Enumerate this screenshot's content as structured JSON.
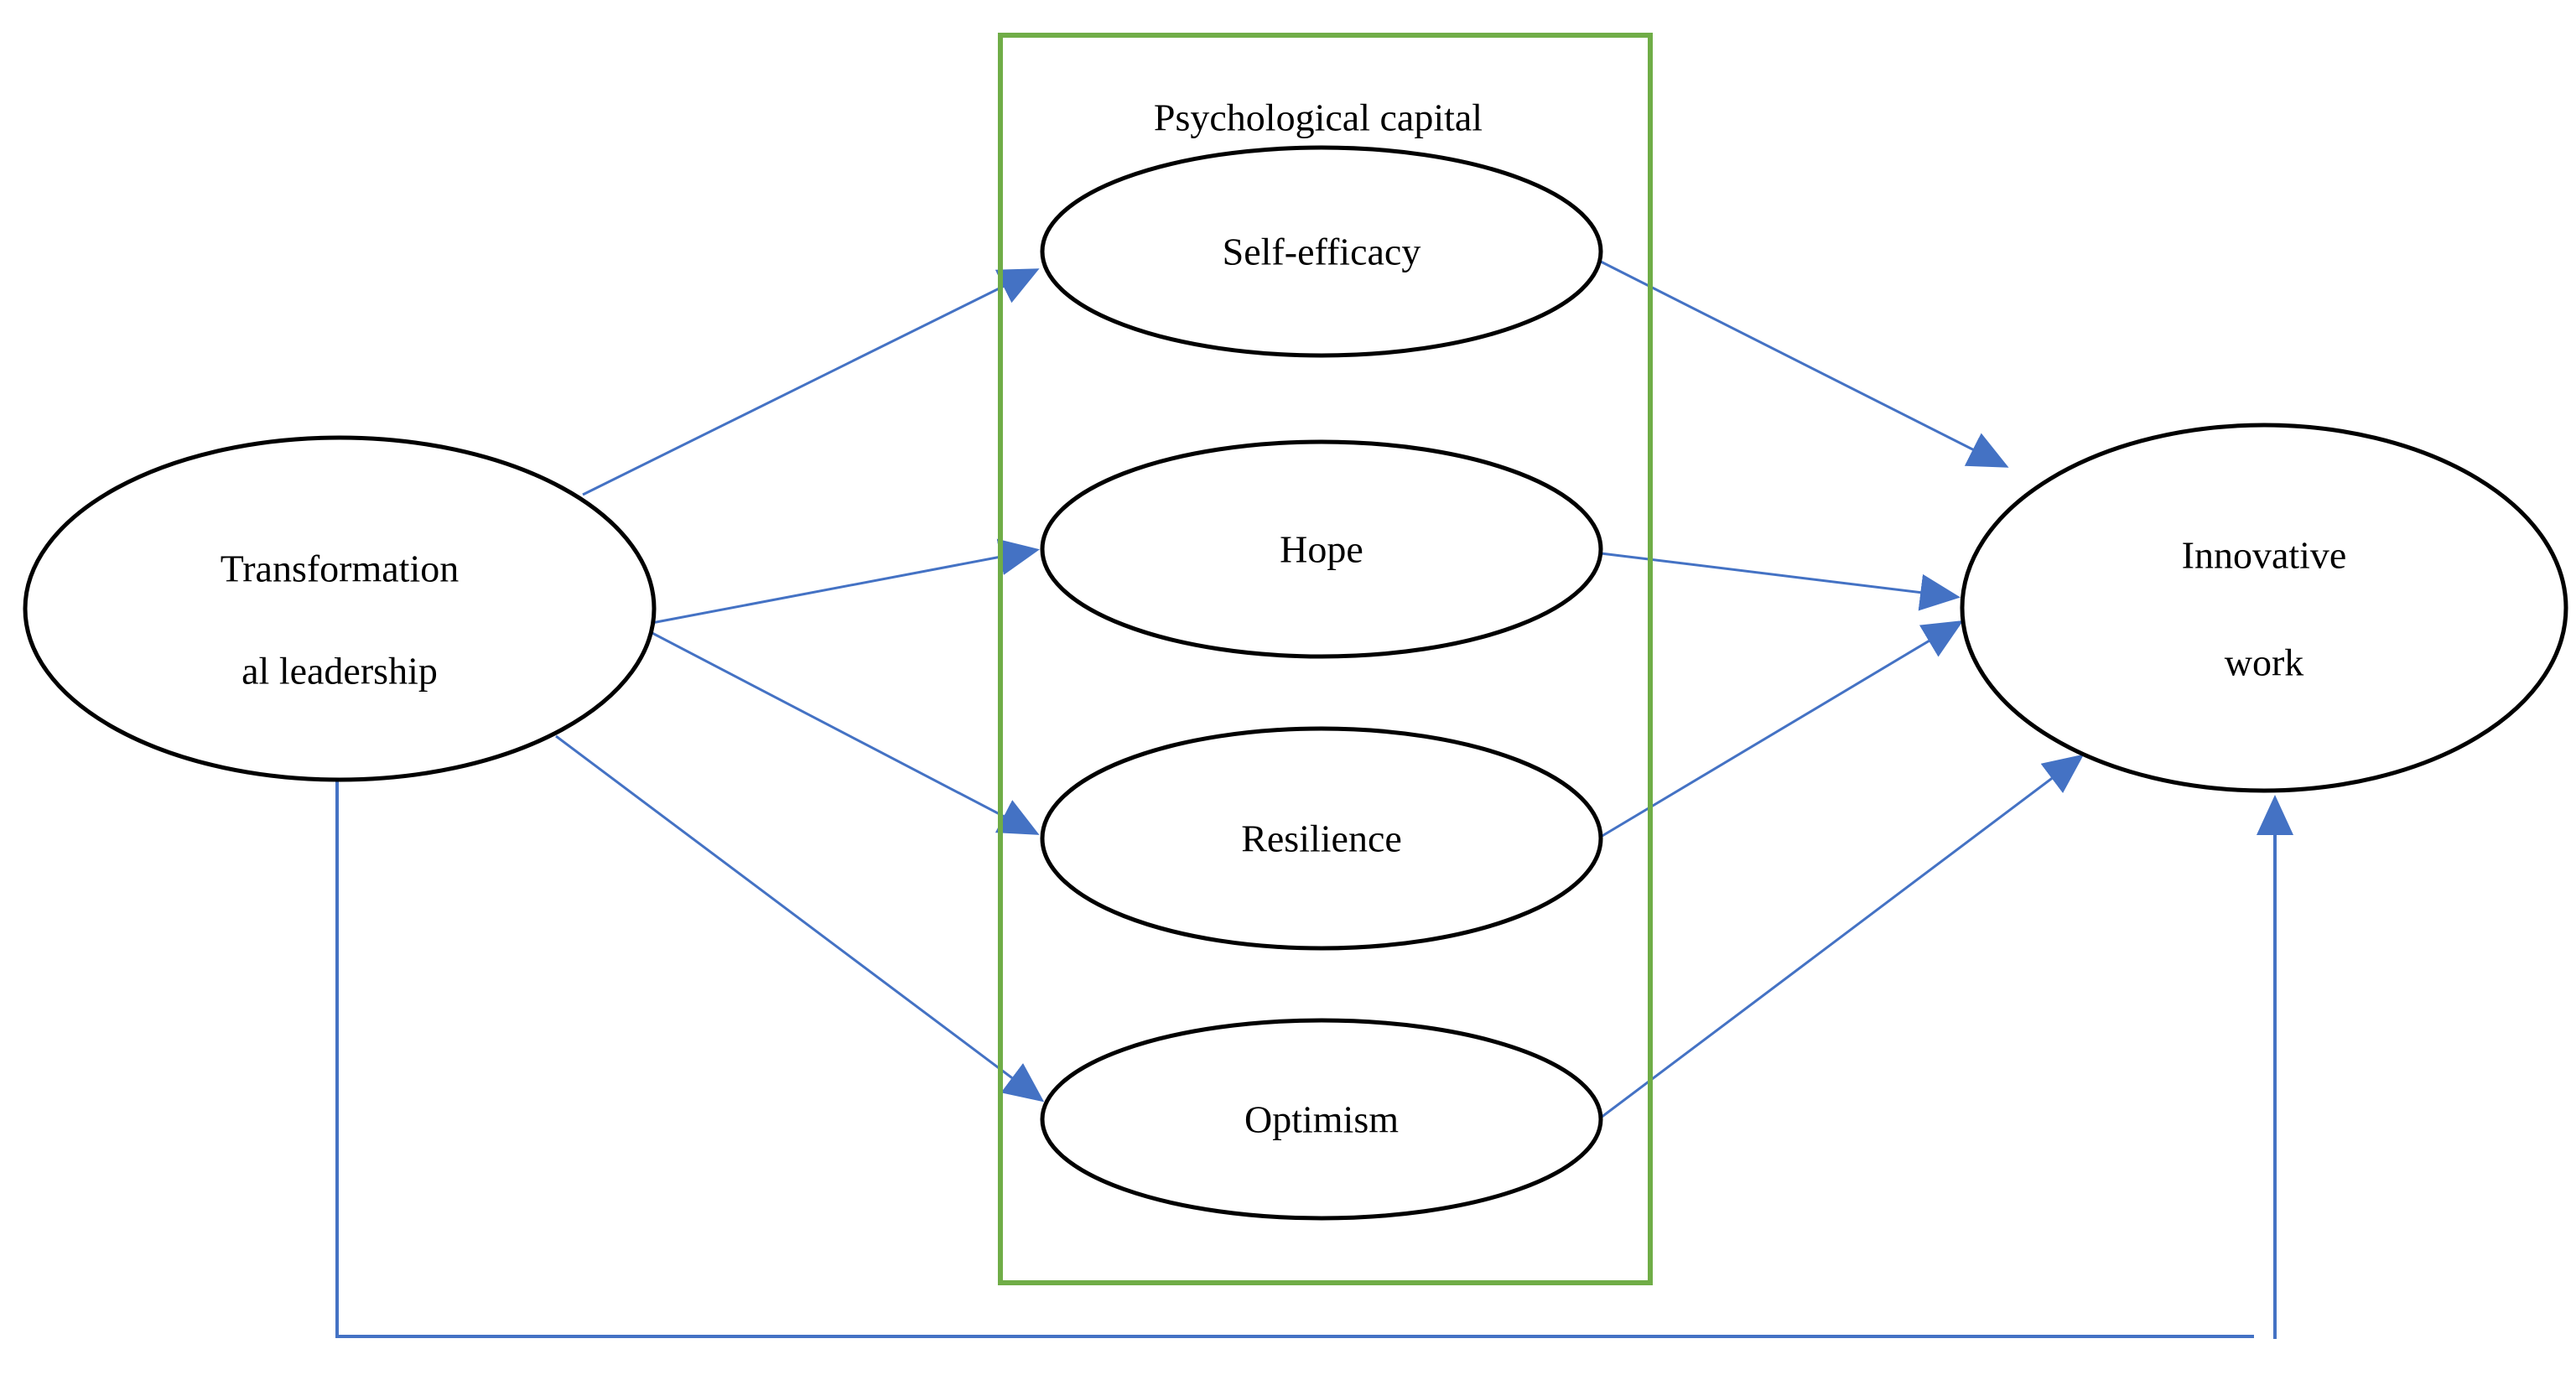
{
  "colors": {
    "background": "#ffffff",
    "node_outline": "#000000",
    "text": "#000000",
    "arrow_blue": "#4472C4",
    "box_green": "#70AD47"
  },
  "container": {
    "label": "Psychological capital"
  },
  "nodes": {
    "transformational_leadership": {
      "line1": "Transformation",
      "line2": "al leadership"
    },
    "self_efficacy": {
      "label": "Self-efficacy"
    },
    "hope": {
      "label": "Hope"
    },
    "resilience": {
      "label": "Resilience"
    },
    "optimism": {
      "label": "Optimism"
    },
    "innovative_work": {
      "line1": "Innovative",
      "line2": "work"
    }
  },
  "edges": [
    {
      "from": "Transformational leadership",
      "to": "Self-efficacy"
    },
    {
      "from": "Transformational leadership",
      "to": "Hope"
    },
    {
      "from": "Transformational leadership",
      "to": "Resilience"
    },
    {
      "from": "Transformational leadership",
      "to": "Optimism"
    },
    {
      "from": "Self-efficacy",
      "to": "Innovative work"
    },
    {
      "from": "Hope",
      "to": "Innovative work"
    },
    {
      "from": "Resilience",
      "to": "Innovative work"
    },
    {
      "from": "Optimism",
      "to": "Innovative work"
    },
    {
      "from": "Transformational leadership",
      "to": "Innovative work",
      "via": "direct bottom path"
    }
  ]
}
